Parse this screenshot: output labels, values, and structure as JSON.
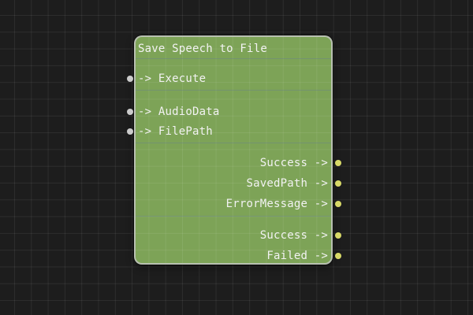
{
  "canvas": {
    "background_color": "#1d1d1d",
    "grid_line_color": "#2f2f2f"
  },
  "node": {
    "title": "Save Speech to File",
    "inputs": [
      {
        "name": "Execute",
        "text": "-> Execute"
      },
      {
        "name": "AudioData",
        "text": "-> AudioData"
      },
      {
        "name": "FilePath",
        "text": "-> FilePath"
      }
    ],
    "outputs": [
      {
        "name": "Success",
        "text": "Success ->"
      },
      {
        "name": "SavedPath",
        "text": "SavedPath ->"
      },
      {
        "name": "ErrorMessage",
        "text": "ErrorMessage ->"
      },
      {
        "name": "Success",
        "text": "Success ->"
      },
      {
        "name": "Failed",
        "text": "Failed ->"
      }
    ],
    "colors": {
      "body": "#7da357",
      "border": "#bcc2b6",
      "text": "#f2f2f2",
      "input_pin": "#cbcbcb",
      "output_pin": "#d8d968"
    }
  }
}
